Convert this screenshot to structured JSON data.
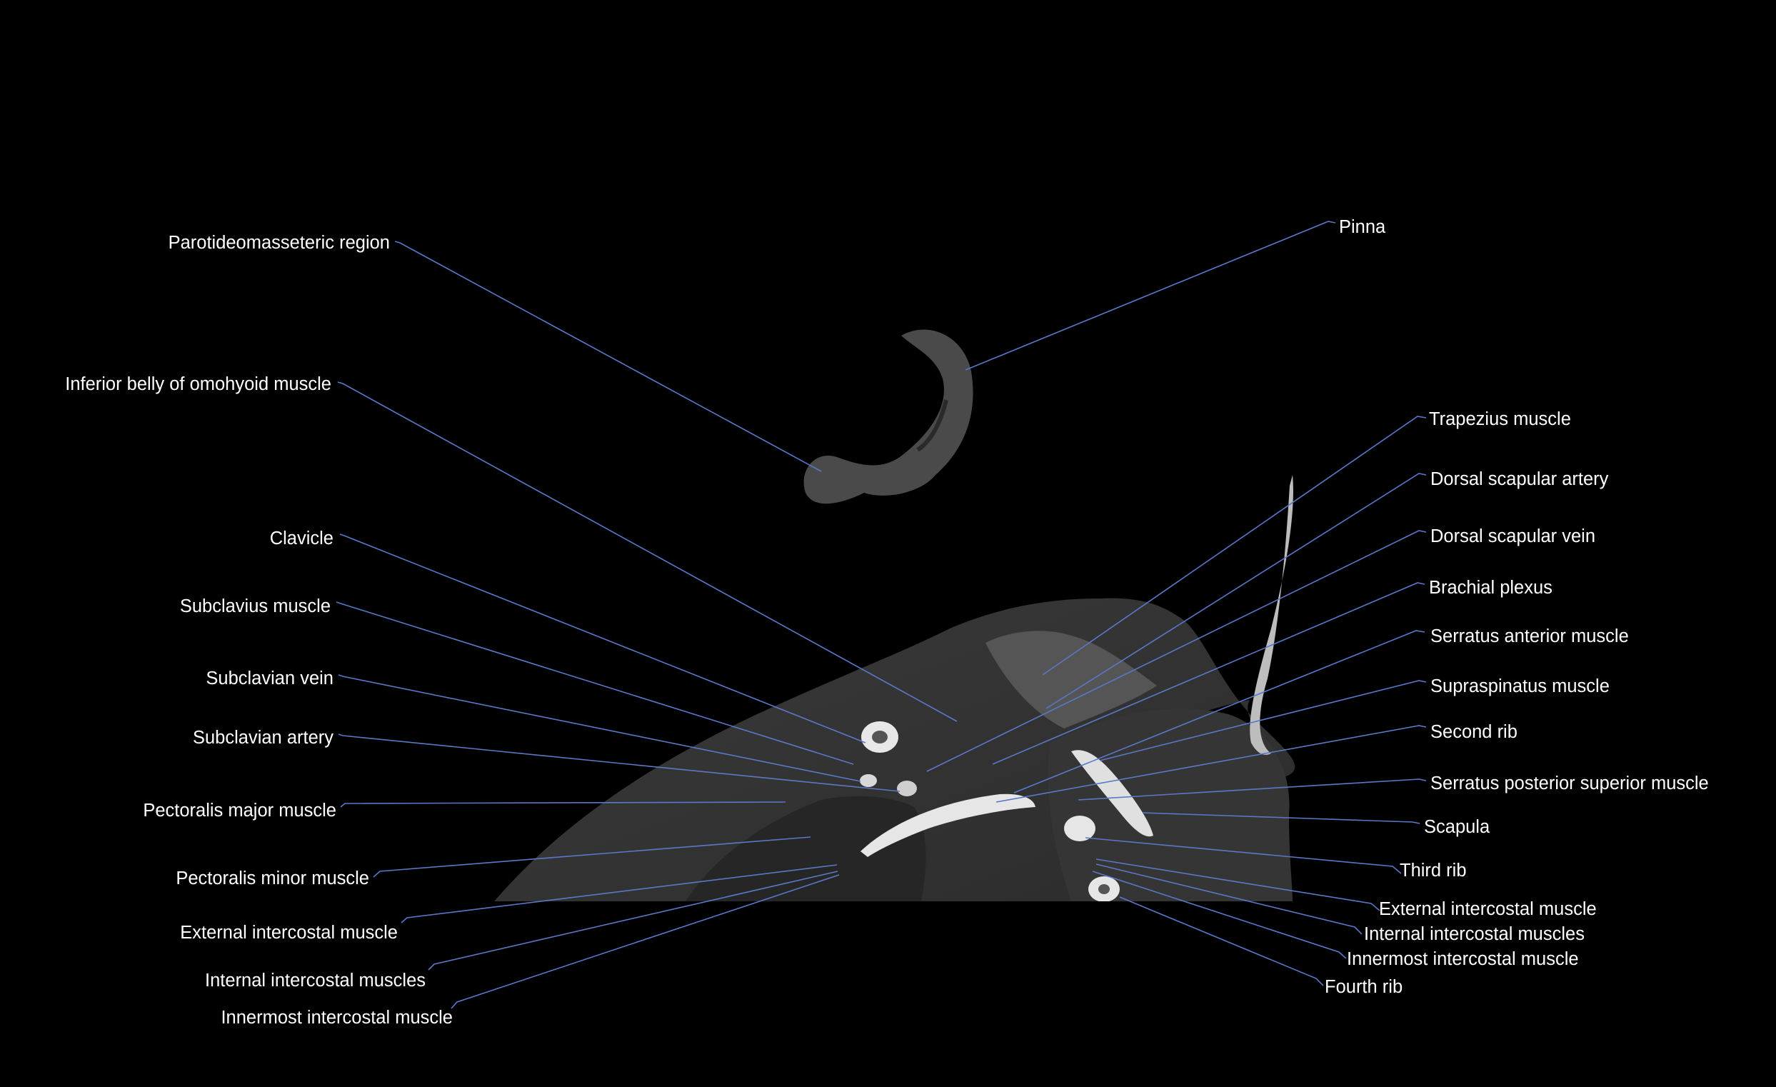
{
  "figure": {
    "background_color": "#000000",
    "label_color": "#ffffff",
    "leader_color": "#5b78c8"
  },
  "labels": {
    "parotideomasseteric": "Parotideomasseteric region",
    "pinna": "Pinna",
    "omohyoid": "Inferior belly of omohyoid muscle",
    "trapezius": "Trapezius muscle",
    "dorsal_scapular_artery": "Dorsal scapular artery",
    "clavicle": "Clavicle",
    "dorsal_scapular_vein": "Dorsal scapular vein",
    "brachial_plexus": "Brachial plexus",
    "subclavius": "Subclavius muscle",
    "serratus_anterior": "Serratus anterior muscle",
    "subclavian_vein": "Subclavian vein",
    "supraspinatus": "Supraspinatus muscle",
    "second_rib": "Second rib",
    "subclavian_artery": "Subclavian artery",
    "serratus_posterior_superior": "Serratus posterior superior muscle",
    "pectoralis_major": "Pectoralis major muscle",
    "scapula": "Scapula",
    "third_rib": "Third rib",
    "pectoralis_minor": "Pectoralis minor muscle",
    "external_intercostal_right": "External intercostal muscle",
    "external_intercostal_left": "External intercostal muscle",
    "internal_intercostal_right": "Internal intercostal muscles",
    "innermost_intercostal_right": "Innermost intercostal muscle",
    "internal_intercostal_left": "Internal intercostal muscles",
    "fourth_rib": "Fourth rib",
    "innermost_intercostal_left": "Innermost intercostal muscle"
  }
}
